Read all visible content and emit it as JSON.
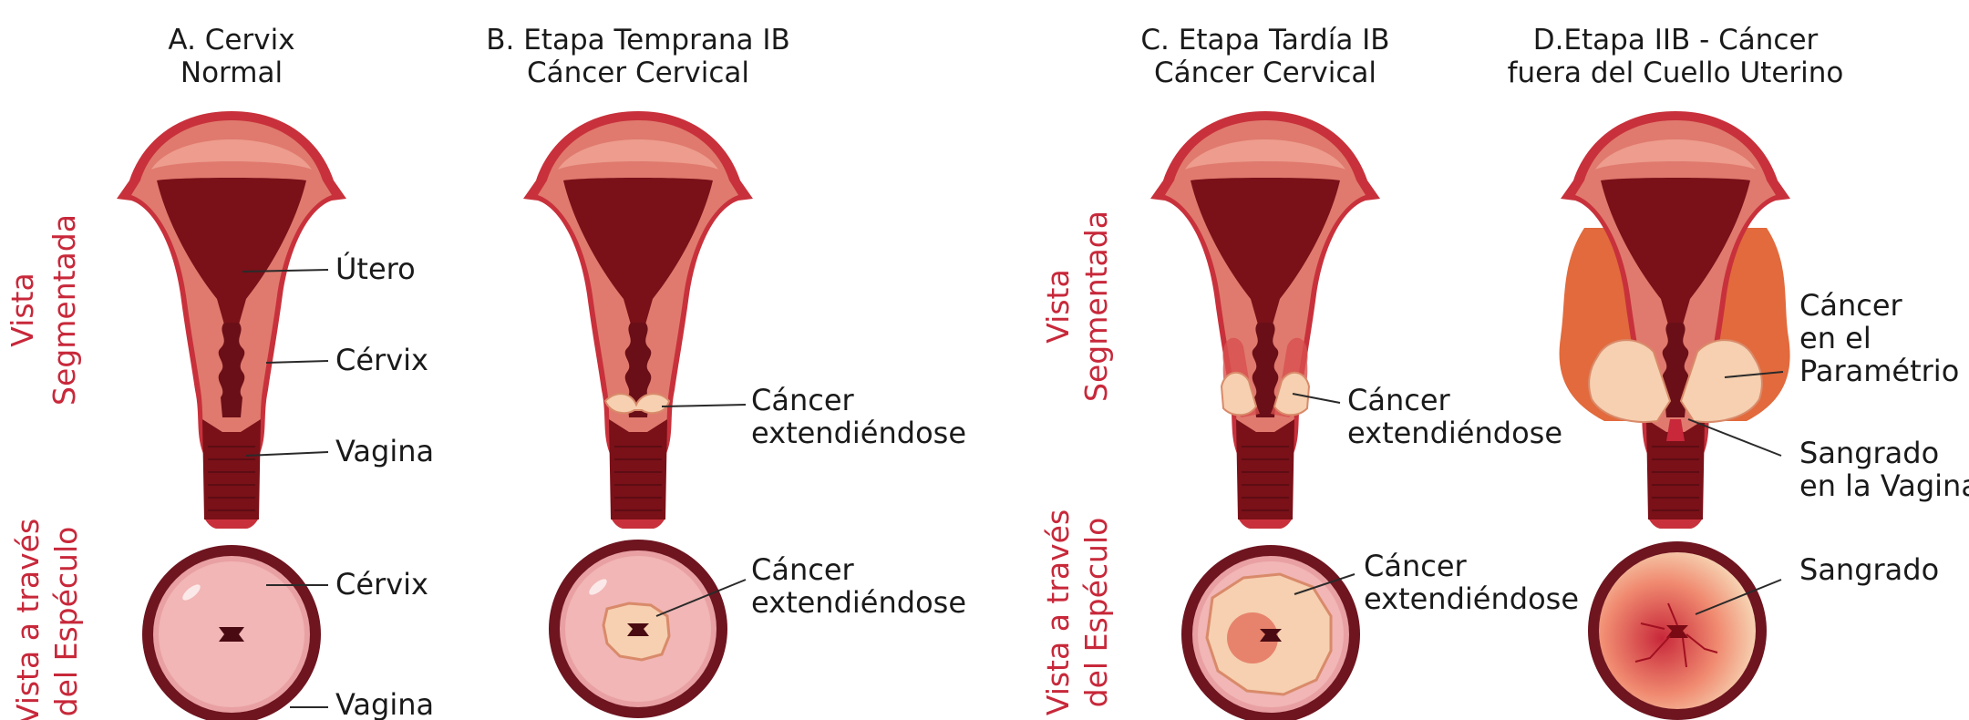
{
  "colors": {
    "accent_red": "#c8283a",
    "uterus_outer": "#c8313b",
    "uterus_wall": "#e07a6e",
    "uterus_cavity": "#7a1018",
    "canal_dark": "#6a0f17",
    "cervix_pink": "#e9a0a3",
    "cancer_cream": "#f6d0b0",
    "rim_dark": "#6e1520",
    "parametrium_orange": "#e26a3c"
  },
  "side_labels": {
    "left_top": [
      "Vista",
      "Segmentada"
    ],
    "left_bottom": [
      "Vista a través",
      "del Espéculo"
    ],
    "right_top": [
      "Vista",
      "Segmentada"
    ],
    "right_bottom": [
      "Vista a través",
      "del Espéculo"
    ]
  },
  "panels": [
    {
      "id": "A",
      "title": [
        "A. Cervix",
        "Normal"
      ],
      "section_labels": [
        [
          "Útero"
        ],
        [
          "Cérvix"
        ],
        [
          "Vagina"
        ]
      ],
      "speculum_labels": [
        [
          "Cérvix"
        ],
        [
          "Vagina"
        ]
      ]
    },
    {
      "id": "B",
      "title": [
        "B. Etapa Temprana IB",
        "Cáncer Cervical"
      ],
      "section_labels": [
        [
          "Cáncer",
          "extendiéndose"
        ]
      ],
      "speculum_labels": [
        [
          "Cáncer",
          "extendiéndose"
        ]
      ]
    },
    {
      "id": "C",
      "title": [
        "C. Etapa Tardía IB",
        "Cáncer Cervical"
      ],
      "section_labels": [
        [
          "Cáncer",
          "extendiéndose"
        ]
      ],
      "speculum_labels": [
        [
          "Cáncer",
          "extendiéndose"
        ]
      ]
    },
    {
      "id": "D",
      "title": [
        "D.Etapa IIB - Cáncer",
        "fuera del Cuello Uterino"
      ],
      "section_labels": [
        [
          "Cáncer",
          "en el",
          "Paramétrio"
        ],
        [
          "Sangrado",
          "en la Vagina"
        ]
      ],
      "speculum_labels": [
        [
          "Sangrado"
        ]
      ]
    }
  ]
}
